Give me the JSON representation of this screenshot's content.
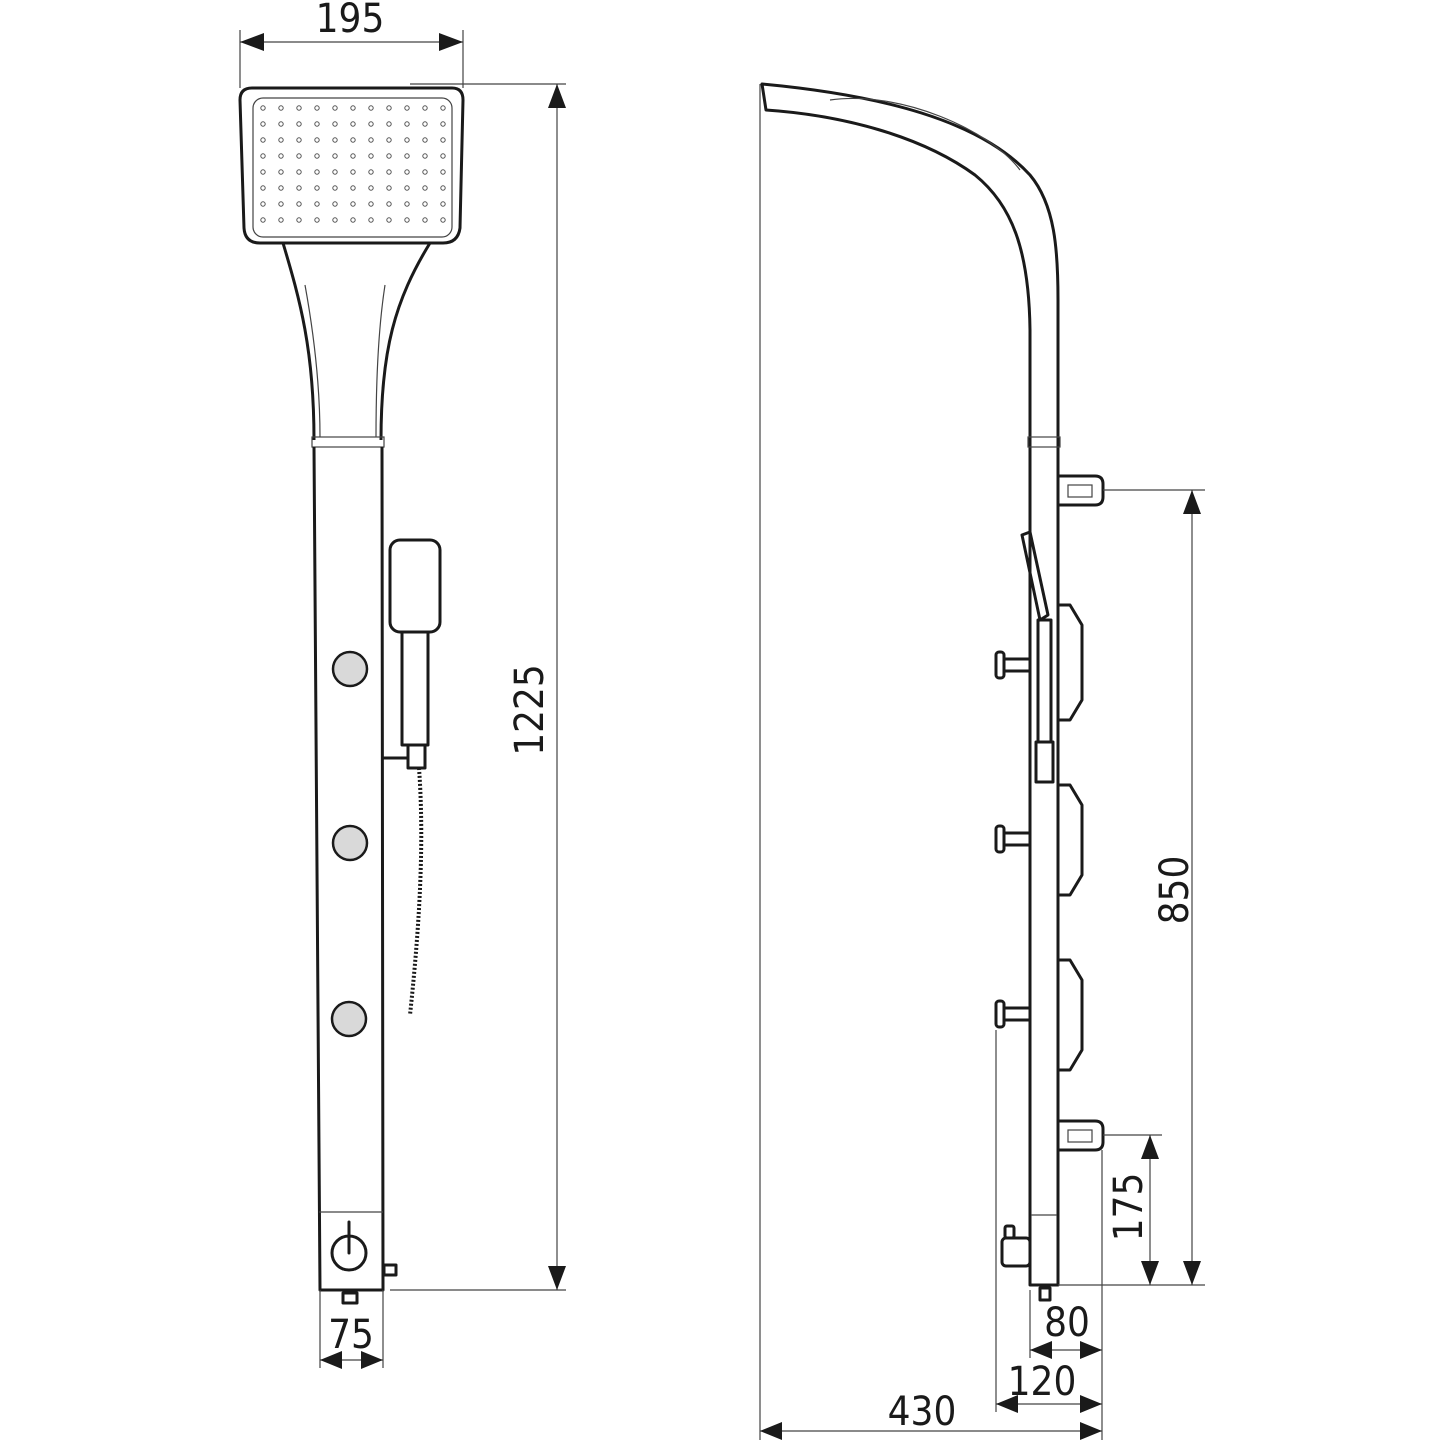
{
  "drawing": {
    "front_view": {
      "head_width": "195",
      "total_height": "1225",
      "panel_width": "75"
    },
    "side_view": {
      "bracket_spacing": "850",
      "bottom_bracket_height": "175",
      "panel_depth": "80",
      "depth_with_mixer": "120",
      "total_projection": "430"
    },
    "colors": {
      "line": "#1a1a1a",
      "knob_fill": "#d9d9d9"
    }
  }
}
